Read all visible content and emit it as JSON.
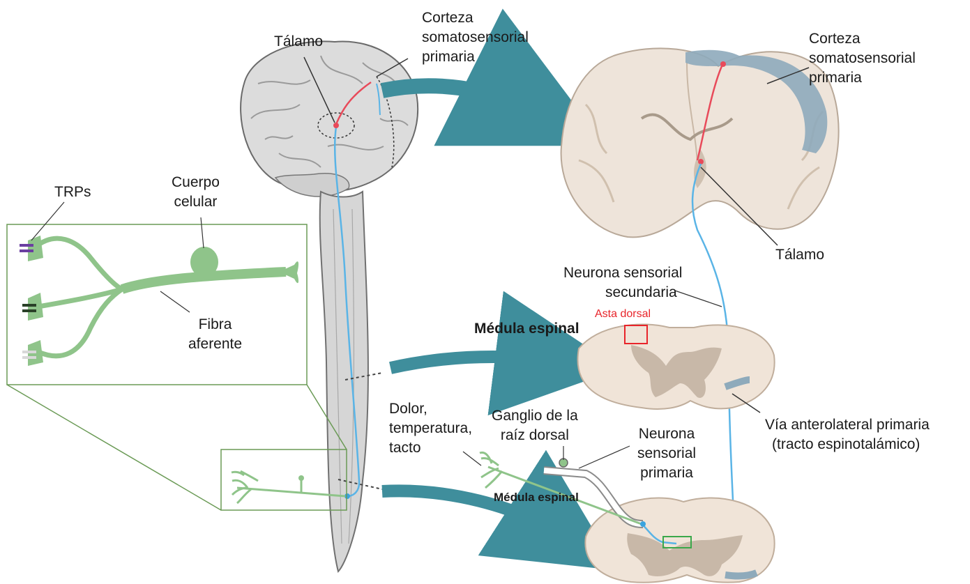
{
  "labels": {
    "talamo_top": "Tálamo",
    "corteza_top": [
      "Corteza",
      "somatosensorial",
      "primaria"
    ],
    "corteza_right": [
      "Corteza",
      "somatosensorial",
      "primaria"
    ],
    "talamo_right": "Tálamo",
    "trps": "TRPs",
    "cuerpo_celular": [
      "Cuerpo",
      "celular"
    ],
    "fibra_aferente": [
      "Fibra",
      "aferente"
    ],
    "neurona_secundaria": [
      "Neurona sensorial",
      "secundaria"
    ],
    "asta_dorsal": "Asta dorsal",
    "medula_mid": "Médula espinal",
    "via_anterolateral": [
      "Vía anterolateral primaria",
      "(tracto espinotalámico)"
    ],
    "dolor": [
      "Dolor,",
      "temperatura,",
      "tacto"
    ],
    "ganglio": [
      "Ganglio de la",
      "raíz dorsal"
    ],
    "neurona_primaria": [
      "Neurona",
      "sensorial",
      "primaria"
    ],
    "medula_bottom": "Médula espinal"
  },
  "colors": {
    "neuron_green": "#8fc48a",
    "pathway_blue": "#5ab4e6",
    "pathway_red": "#e84a5a",
    "arrow_teal": "#3f8e9c",
    "cortex_blue": "#8eaabb",
    "box_outline": "#6a9a55",
    "highlight_red": "#e8242a"
  }
}
